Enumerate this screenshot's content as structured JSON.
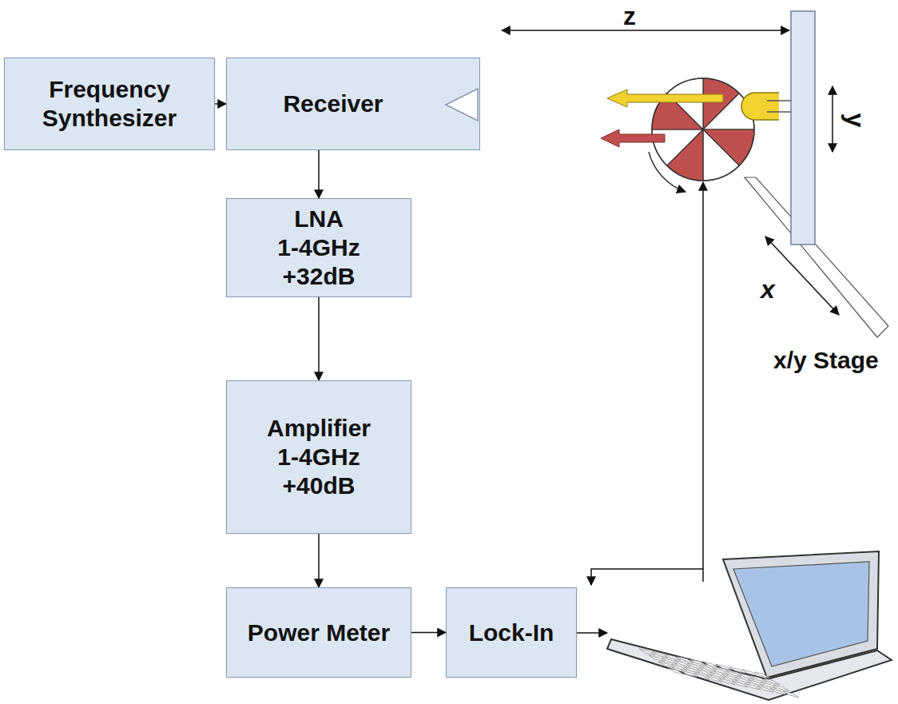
{
  "diagram": {
    "nodes": [
      {
        "text": [
          "Frequency Synthesizer"
        ]
      },
      {
        "text": [
          "Receiver"
        ]
      },
      {
        "text": [
          "LNA",
          "1-4GHz",
          "+32dB"
        ]
      },
      {
        "text": [
          "Amplifier",
          "1-4GHz",
          "+40dB"
        ]
      },
      {
        "text": [
          "Power Meter"
        ]
      },
      {
        "text": [
          "Lock-In"
        ]
      }
    ],
    "edges": [
      {
        "from": 0,
        "to": 1,
        "arrow": "to"
      },
      {
        "from": 1,
        "to": 2,
        "arrow": "to"
      },
      {
        "from": 2,
        "to": 3,
        "arrow": "to"
      },
      {
        "from": 3,
        "to": 4,
        "arrow": "to"
      },
      {
        "from": 4,
        "to": 5,
        "arrow": "to"
      }
    ],
    "labels": [
      "z",
      "y",
      "x",
      "x/y Stage"
    ]
  }
}
